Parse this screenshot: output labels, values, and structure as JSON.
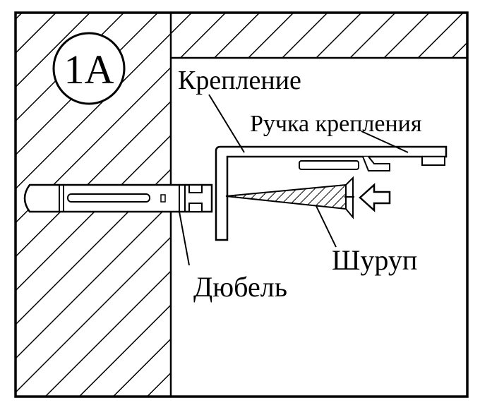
{
  "figure": {
    "badge": "1A",
    "labels": {
      "bracket": "Крепление",
      "bracket_handle": "Ручка крепления",
      "screw": "Шуруп",
      "dowel": "Дюбель"
    }
  }
}
